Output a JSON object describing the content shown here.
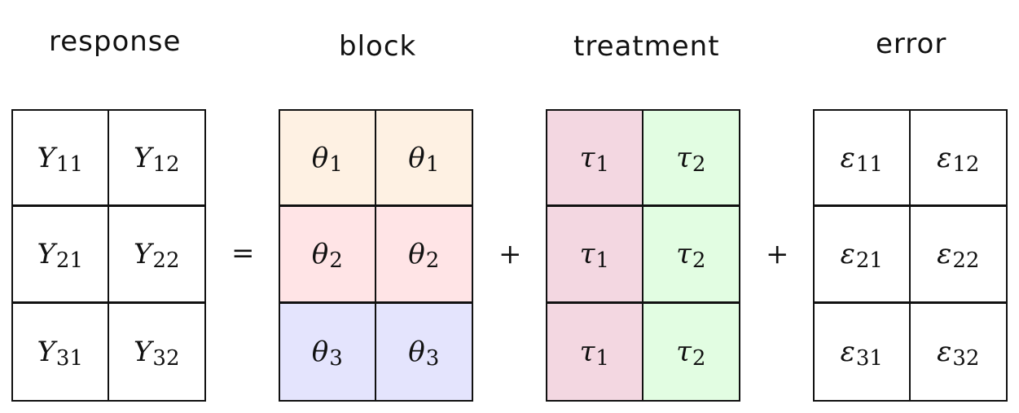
{
  "titles": {
    "response": "response",
    "block": "block",
    "treatment": "treatment",
    "error": "error"
  },
  "operators": {
    "equals": "=",
    "plus1": "+",
    "plus2": "+"
  },
  "colors": {
    "line": "#111111",
    "block_row1": "#fef1e3",
    "block_row2": "#ffe4e6",
    "block_row3": "#e4e4fd",
    "treatment_col1": "#f3d7e1",
    "treatment_col2": "#e2fde2",
    "plain": "#ffffff"
  },
  "matrices": {
    "response": [
      [
        {
          "base": "Y",
          "sub": "11"
        },
        {
          "base": "Y",
          "sub": "12"
        }
      ],
      [
        {
          "base": "Y",
          "sub": "21"
        },
        {
          "base": "Y",
          "sub": "22"
        }
      ],
      [
        {
          "base": "Y",
          "sub": "31"
        },
        {
          "base": "Y",
          "sub": "32"
        }
      ]
    ],
    "block": [
      [
        {
          "base": "θ",
          "sub": "1"
        },
        {
          "base": "θ",
          "sub": "1"
        }
      ],
      [
        {
          "base": "θ",
          "sub": "2"
        },
        {
          "base": "θ",
          "sub": "2"
        }
      ],
      [
        {
          "base": "θ",
          "sub": "3"
        },
        {
          "base": "θ",
          "sub": "3"
        }
      ]
    ],
    "treatment": [
      [
        {
          "base": "τ",
          "sub": "1"
        },
        {
          "base": "τ",
          "sub": "2"
        }
      ],
      [
        {
          "base": "τ",
          "sub": "1"
        },
        {
          "base": "τ",
          "sub": "2"
        }
      ],
      [
        {
          "base": "τ",
          "sub": "1"
        },
        {
          "base": "τ",
          "sub": "2"
        }
      ]
    ],
    "error": [
      [
        {
          "base": "ε",
          "sub": "11"
        },
        {
          "base": "ε",
          "sub": "12"
        }
      ],
      [
        {
          "base": "ε",
          "sub": "21"
        },
        {
          "base": "ε",
          "sub": "22"
        }
      ],
      [
        {
          "base": "ε",
          "sub": "31"
        },
        {
          "base": "ε",
          "sub": "32"
        }
      ]
    ]
  }
}
